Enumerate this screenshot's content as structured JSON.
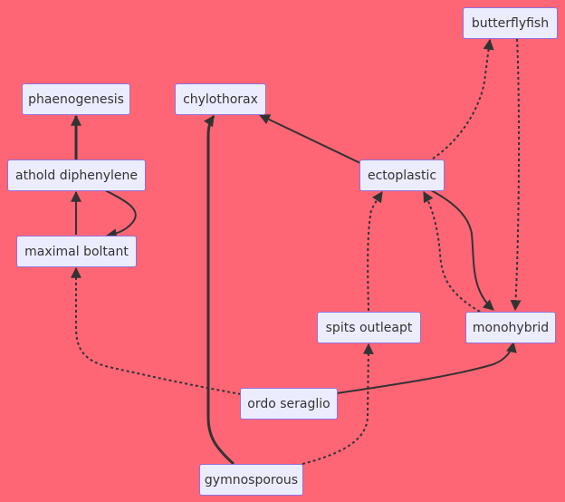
{
  "diagram": {
    "nodes": {
      "butterflyfish": "butterflyfish",
      "phaenogenesis": "phaenogenesis",
      "chylothorax": "chylothorax",
      "athold_diphenylene": "athold diphenylene",
      "ectoplastic": "ectoplastic",
      "maximal_boltant": "maximal boltant",
      "spits_outleapt": "spits outleapt",
      "monohybrid": "monohybrid",
      "ordo_seraglio": "ordo seraglio",
      "gymnosporous": "gymnosporous"
    },
    "edges": [
      {
        "from": "athold diphenylene",
        "to": "phaenogenesis",
        "style": "thick"
      },
      {
        "from": "athold diphenylene",
        "to": "maximal boltant",
        "style": "solid"
      },
      {
        "from": "maximal boltant",
        "to": "athold diphenylene",
        "style": "solid"
      },
      {
        "from": "ectoplastic",
        "to": "chylothorax",
        "style": "solid"
      },
      {
        "from": "ectoplastic",
        "to": "butterflyfish",
        "style": "dotted"
      },
      {
        "from": "butterflyfish",
        "to": "monohybrid",
        "style": "dotted"
      },
      {
        "from": "ectoplastic",
        "to": "monohybrid",
        "style": "solid"
      },
      {
        "from": "monohybrid",
        "to": "ectoplastic",
        "style": "dotted"
      },
      {
        "from": "spits outleapt",
        "to": "ectoplastic",
        "style": "dotted"
      },
      {
        "from": "ordo seraglio",
        "to": "maximal boltant",
        "style": "dotted"
      },
      {
        "from": "ordo seraglio",
        "to": "monohybrid",
        "style": "solid"
      },
      {
        "from": "gymnosporous",
        "to": "chylothorax",
        "style": "thick"
      },
      {
        "from": "gymnosporous",
        "to": "spits outleapt",
        "style": "dotted"
      }
    ]
  },
  "colors": {
    "background": "#ff6675",
    "node_fill": "#ececff",
    "node_border": "#9370db",
    "edge": "#333333",
    "text": "#333333"
  }
}
